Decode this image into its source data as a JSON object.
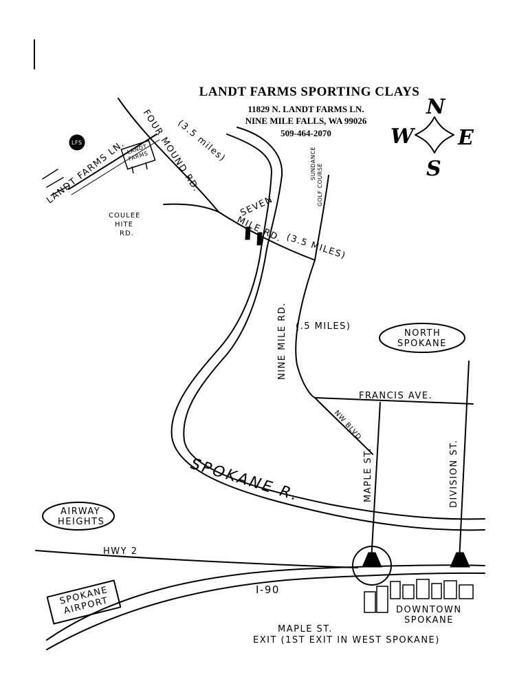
{
  "header": {
    "title": "LANDT FARMS SPORTING CLAYS",
    "address_line1": "11829 N. LANDT FARMS LN.",
    "address_line2": "NINE MILE FALLS, WA 99026",
    "phone": "509-464-2070"
  },
  "compass": {
    "north": "N",
    "south": "S",
    "east": "E",
    "west": "W"
  },
  "roads": {
    "landt_farms_ln": "LANDT FARMS LN.",
    "four_mound_rd": "FOUR MOUND RD.",
    "four_mound_distance": "(3.5 miles)",
    "coulee_hite_line1": "COULEE",
    "coulee_hite_line2": "HITE",
    "coulee_hite_line3": "RD.",
    "seven_mile_line1": "SEVEN",
    "seven_mile_line2": "MILE RD.",
    "seven_mile_distance": "(3.5 MILES)",
    "nine_mile_rd": "NINE MILE RD.",
    "nine_mile_distance": "(.5 MILES)",
    "francis_ave": "FRANCIS AVE.",
    "nw_blvd": "NW BLVD.",
    "maple_st": "MAPLE ST.",
    "division_st": "DIVISION ST.",
    "hwy2": "HWY 2",
    "i90": "I-90"
  },
  "places": {
    "sundance_line1": "SUNDANCE",
    "sundance_line2": "GOLF COURSE",
    "north_spokane_line1": "NORTH",
    "north_spokane_line2": "SPOKANE",
    "airway_heights_line1": "AIRWAY",
    "airway_heights_line2": "HEIGHTS",
    "spokane_airport_line1": "SPOKANE",
    "spokane_airport_line2": "AIRPORT",
    "downtown_line1": "DOWNTOWN",
    "downtown_line2": "SPOKANE",
    "landt_farms_sign_line1": "LANDT",
    "landt_farms_sign_line2": "FARMS",
    "target_label": "LFS"
  },
  "river": {
    "name": "SPOKANE R."
  },
  "exit": {
    "line1": "MAPLE ST.",
    "line2": "EXIT (1ST EXIT IN WEST SPOKANE)"
  }
}
